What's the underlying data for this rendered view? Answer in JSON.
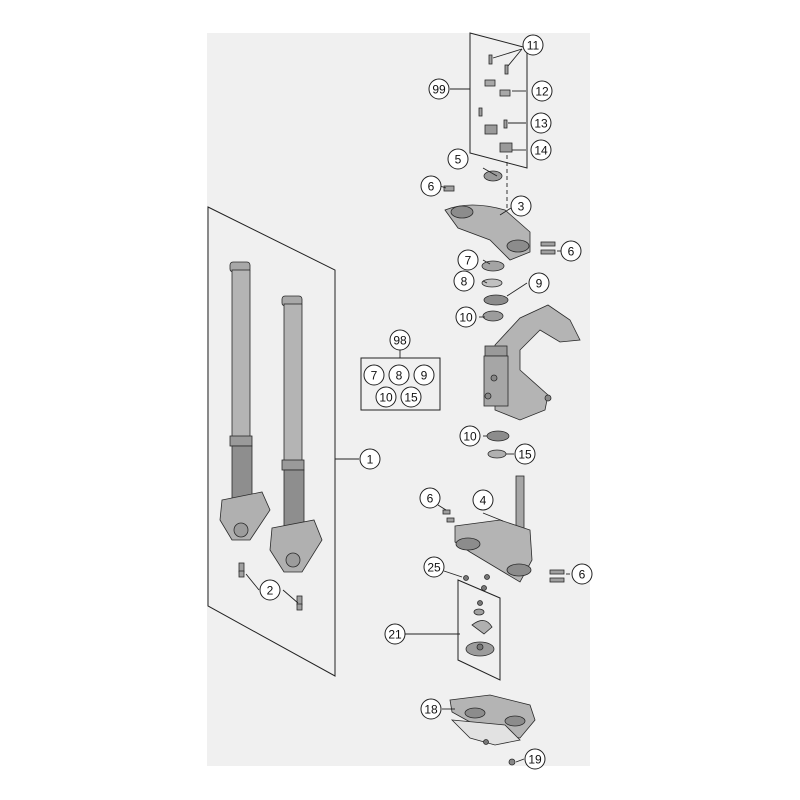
{
  "diagram": {
    "callouts": [
      {
        "id": "c1",
        "label": "1"
      },
      {
        "id": "c2",
        "label": "2"
      },
      {
        "id": "c3",
        "label": "3"
      },
      {
        "id": "c4",
        "label": "4"
      },
      {
        "id": "c5",
        "label": "5"
      },
      {
        "id": "c6a",
        "label": "6"
      },
      {
        "id": "c6b",
        "label": "6"
      },
      {
        "id": "c6c",
        "label": "6"
      },
      {
        "id": "c6d",
        "label": "6"
      },
      {
        "id": "c7",
        "label": "7"
      },
      {
        "id": "c8",
        "label": "8"
      },
      {
        "id": "c9",
        "label": "9"
      },
      {
        "id": "c10a",
        "label": "10"
      },
      {
        "id": "c10b",
        "label": "10"
      },
      {
        "id": "c11",
        "label": "11"
      },
      {
        "id": "c12",
        "label": "12"
      },
      {
        "id": "c13",
        "label": "13"
      },
      {
        "id": "c14",
        "label": "14"
      },
      {
        "id": "c15",
        "label": "15"
      },
      {
        "id": "c18",
        "label": "18"
      },
      {
        "id": "c19",
        "label": "19"
      },
      {
        "id": "c21",
        "label": "21"
      },
      {
        "id": "c25",
        "label": "25"
      },
      {
        "id": "c98",
        "label": "98"
      },
      {
        "id": "c99",
        "label": "99"
      }
    ],
    "kit_98": [
      "7",
      "8",
      "9",
      "10",
      "15"
    ],
    "colors": {
      "background": "#ffffff",
      "panel": "#f0f0f0",
      "part_fill": "#b4b4b4",
      "part_dark": "#8c8c8c",
      "line": "#222222"
    }
  }
}
